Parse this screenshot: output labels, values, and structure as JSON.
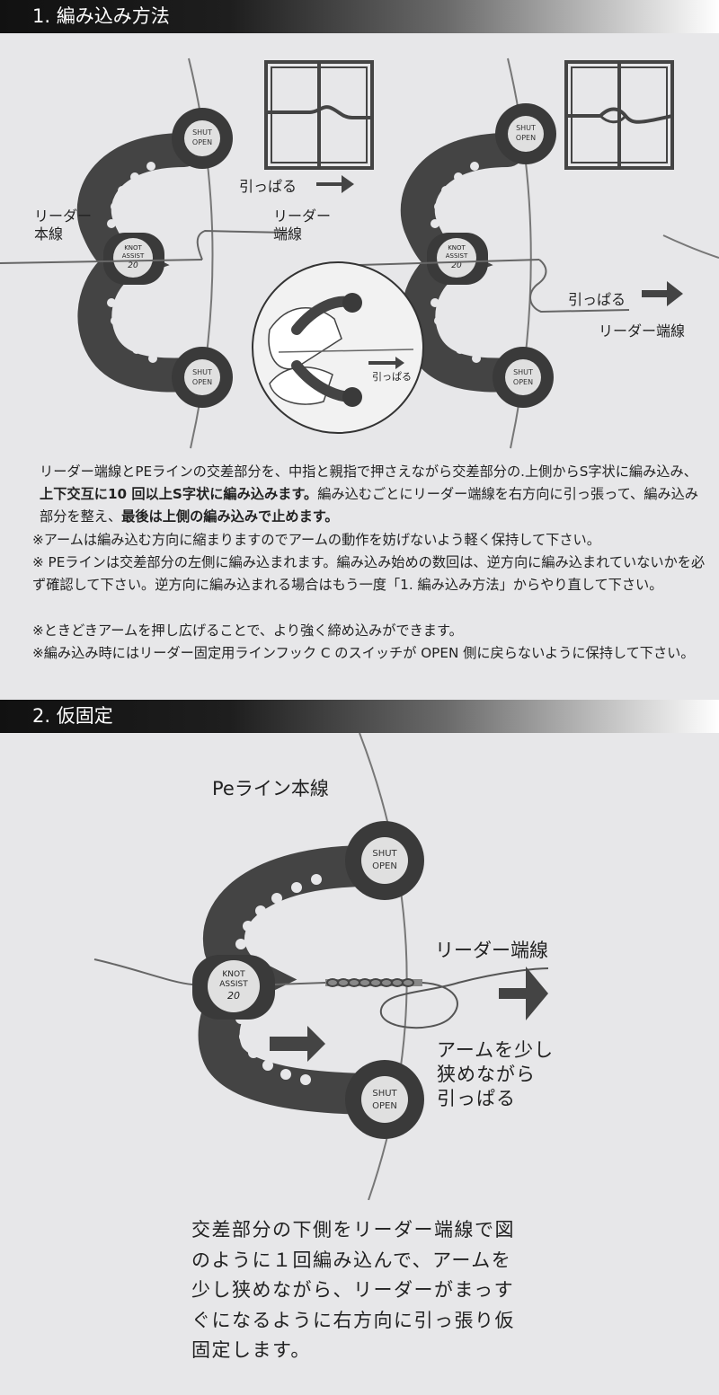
{
  "section1": {
    "title": "1. 編み込み方法",
    "labels": {
      "pull_top": "引っぱる",
      "leader_main": "リーダー\n本線",
      "leader_end_left": "リーダー\n端線",
      "pull_right": "引っぱる",
      "leader_end_right": "リーダー端線",
      "pull_inset": "引っぱる"
    },
    "device_labels": {
      "knot_line1": "KNOT",
      "knot_line2": "ASSIST",
      "knot_line3": "20",
      "shut": "SHUT",
      "open": "OPEN"
    },
    "paragraph": {
      "part1": "リーダー端線とPEラインの交差部分を、中指と親指で押さえながら交差部分の.上側からS字状に編み込み、",
      "bold1": "上下交互に10 回以上S字状に編み込みます。",
      "part2": "編み込むごとにリーダー端線を右方向に引っ張って、編み込み部分を整え、",
      "bold2": "最後は上側の編み込みで止めます。"
    },
    "notes": [
      "※アームは編み込む方向に縮まりますのでアームの動作を妨げないよう軽く保持して下さい。",
      "※ PEラインは交差部分の左側に編み込まれます。編み込み始めの数回は、逆方向に編み込まれていないかを必ず確認して下さい。逆方向に編み込まれる場合はもう一度「1. 編み込み方法」からやり直して下さい。",
      "※ときどきアームを押し広げることで、より強く締め込みができます。",
      "※編み込み時にはリーダー固定用ラインフック C のスイッチが OPEN 側に戻らないように保持して下さい。"
    ]
  },
  "section2": {
    "title": "2. 仮固定",
    "labels": {
      "pe_main": "Peライン本線",
      "leader_end": "リーダー端線",
      "pull_note": "アームを少し\n狭めながら\n引っぱる"
    },
    "paragraph": "交差部分の下側をリーダー端線で図のように１回編み込んで、アームを少し狭めながら、リーダーがまっすぐになるように右方向に引っ張り仮固定します。"
  },
  "colors": {
    "header_dark": "#111111",
    "panel_bg": "#e7e7e9",
    "device": "#3a3a3a"
  }
}
